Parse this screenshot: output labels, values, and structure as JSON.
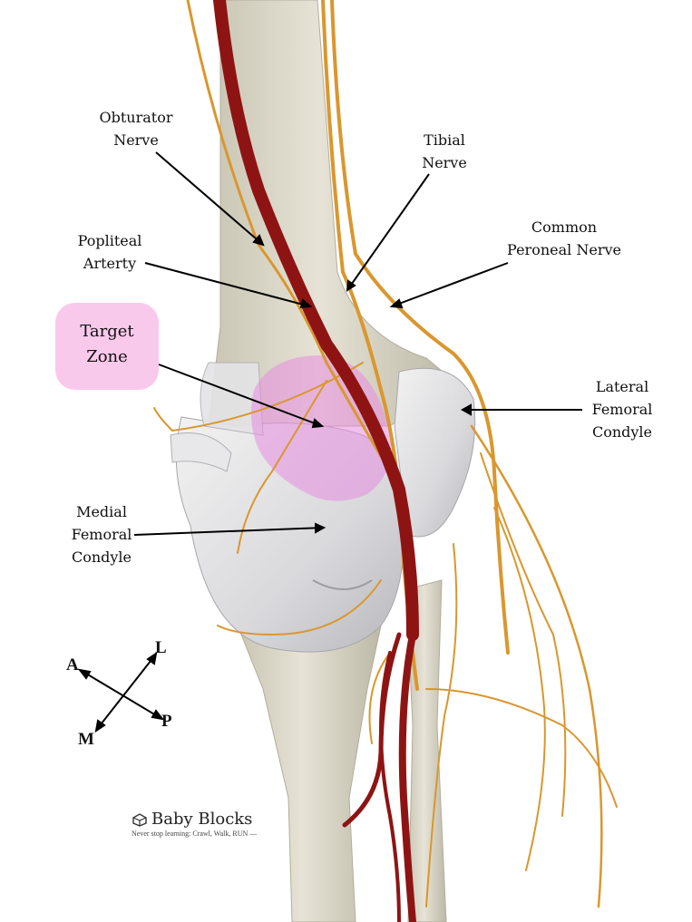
{
  "labels": {
    "obturator_nerve": "Obturator\nNerve",
    "tibial_nerve": "Tibial\nNerve",
    "common_peroneal_nerve": "Common\nPeroneal Nerve",
    "popliteal_artery": "Popliteal\nArterty",
    "target_zone": "Target\nZone",
    "lateral_femoral_condyle": "Lateral\nFemoral\nCondyle",
    "medial_femoral_condyle": "Medial\nFemoral\nCondyle"
  },
  "orientation": {
    "anterior": "A",
    "lateral": "L",
    "medial": "M",
    "posterior": "P"
  },
  "branding": {
    "name": "Baby Blocks",
    "tagline": "Never stop learning: Crawl, Walk, RUN —"
  },
  "colors": {
    "bone": "#dcd8c8",
    "nerve": "#d9972e",
    "artery": "#8e1414",
    "target_highlight": "#e88ce0",
    "target_label_bg": "#f9c9ec"
  }
}
